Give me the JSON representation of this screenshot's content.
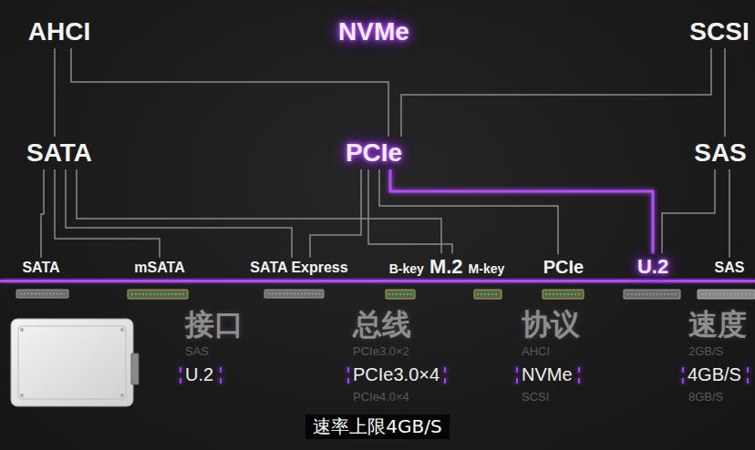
{
  "diagram": {
    "caption": "速率上限4GB/S",
    "nodes": [
      {
        "text": [
          "AHCI"
        ]
      },
      {
        "text": [
          "NVMe"
        ]
      },
      {
        "text": [
          "SCSI"
        ]
      },
      {
        "text": [
          "SATA"
        ]
      },
      {
        "text": [
          "PCIe"
        ]
      },
      {
        "text": [
          "SAS"
        ]
      },
      {
        "text": [
          "SATA"
        ]
      },
      {
        "text": [
          "mSATA"
        ]
      },
      {
        "text": [
          "SATA Express"
        ]
      },
      {
        "text": [
          "B-key",
          "M.2",
          "M-key"
        ]
      },
      {
        "text": [
          "PCIe"
        ]
      },
      {
        "text": [
          "U.2"
        ]
      },
      {
        "text": [
          "SAS"
        ]
      }
    ],
    "edges": [
      {
        "from": 0,
        "to": 3,
        "arrow": "none"
      },
      {
        "from": 0,
        "to": 4,
        "arrow": "none"
      },
      {
        "from": 1,
        "to": 4,
        "arrow": "none"
      },
      {
        "from": 2,
        "to": 4,
        "arrow": "none"
      },
      {
        "from": 2,
        "to": 5,
        "arrow": "none"
      },
      {
        "from": 3,
        "to": 6,
        "arrow": "none"
      },
      {
        "from": 3,
        "to": 7,
        "arrow": "none"
      },
      {
        "from": 3,
        "to": 8,
        "arrow": "none"
      },
      {
        "from": 3,
        "to": 9,
        "arrow": "none"
      },
      {
        "from": 4,
        "to": 8,
        "arrow": "none"
      },
      {
        "from": 4,
        "to": 9,
        "arrow": "none"
      },
      {
        "from": 4,
        "to": 10,
        "arrow": "none"
      },
      {
        "from": 4,
        "to": 11,
        "arrow": "none"
      },
      {
        "from": 5,
        "to": 12,
        "arrow": "none"
      },
      {
        "from": 5,
        "to": 11,
        "arrow": "none"
      }
    ],
    "labels": [
      "接口",
      "总线",
      "协议",
      "速度",
      "SAS",
      "PCIe3.0×2",
      "AHCI",
      "2GB/S",
      "U.2",
      "PCIe3.0×4",
      "NVMe",
      "4GB/S",
      "PCIe4.0×4",
      "SCSI",
      "8GB/S"
    ]
  }
}
